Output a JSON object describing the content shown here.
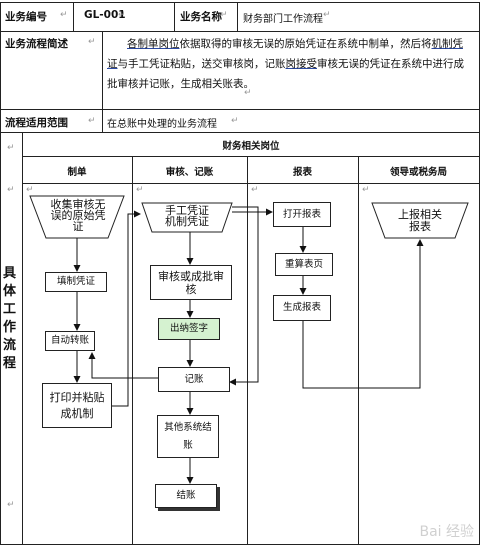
{
  "table": {
    "code_label": "业务编号",
    "code_value": "GL-001",
    "name_label": "业务名称",
    "name_value": "财务部门工作流程",
    "desc_label": "业务流程简述",
    "desc_parts": [
      "各制单岗位",
      "依据取得的审核无误的原始凭证在系统中制单，然后将",
      "机制凭证",
      "与手工凭证粘贴，送交审核岗，记账",
      "岗接受",
      "审核无误的凭证在系统中进行成批审核并记账，生成相关账表。"
    ],
    "scope_label": "流程适用范围",
    "scope_value": "在总账中处理的业务流程",
    "section_title": "财务相关岗位",
    "side_label": "具体工作流程",
    "columns": [
      "制单",
      "审核、记账",
      "报表",
      "领导或税务局"
    ]
  },
  "flow": {
    "col1": {
      "trap": "收集审核无误的原始凭证",
      "fill": "填制凭证",
      "auto": "自动转账",
      "print": "打印并粘贴成机制"
    },
    "col2": {
      "trap": "手工凭证机制凭证",
      "review": "审核或成批审核",
      "cashier": "出纳签字",
      "post": "记账",
      "other": "其他系统结账",
      "close": "结账"
    },
    "col3": {
      "open": "打开报表",
      "recalc": "重算表页",
      "gen": "生成报表"
    },
    "col4": {
      "trap": "上报相关报表"
    }
  },
  "watermark": "Bai 经验",
  "colors": {
    "highlight": "#d5f2d0",
    "underline": "#2b4aa5"
  }
}
